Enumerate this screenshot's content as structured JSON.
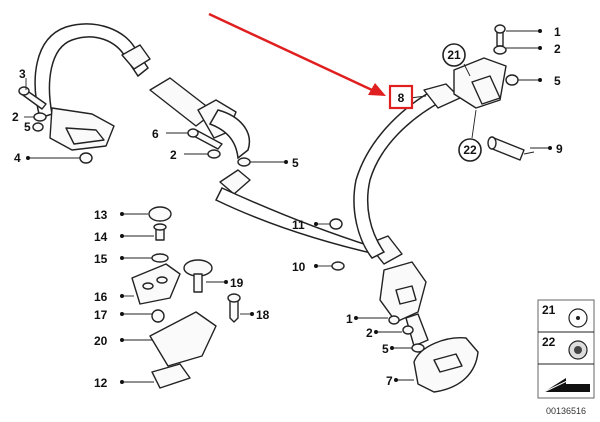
{
  "diagram": {
    "highlight_color": "#e02020",
    "callouts": [
      {
        "id": "c-1-top",
        "text": "1"
      },
      {
        "id": "c-2-top",
        "text": "2"
      },
      {
        "id": "c-5-top",
        "text": "5"
      },
      {
        "id": "c-9",
        "text": "9"
      },
      {
        "id": "c-3-left",
        "text": "3"
      },
      {
        "id": "c-2-left",
        "text": "2"
      },
      {
        "id": "c-5-left",
        "text": "5"
      },
      {
        "id": "c-4",
        "text": "4"
      },
      {
        "id": "c-6",
        "text": "6"
      },
      {
        "id": "c-2-mid",
        "text": "2"
      },
      {
        "id": "c-5-mid",
        "text": "5"
      },
      {
        "id": "c-11",
        "text": "11"
      },
      {
        "id": "c-10",
        "text": "10"
      },
      {
        "id": "c-13",
        "text": "13"
      },
      {
        "id": "c-14",
        "text": "14"
      },
      {
        "id": "c-15",
        "text": "15"
      },
      {
        "id": "c-16",
        "text": "16"
      },
      {
        "id": "c-17",
        "text": "17"
      },
      {
        "id": "c-20",
        "text": "20"
      },
      {
        "id": "c-12",
        "text": "12"
      },
      {
        "id": "c-19",
        "text": "19"
      },
      {
        "id": "c-18",
        "text": "18"
      },
      {
        "id": "c-1-bot",
        "text": "1"
      },
      {
        "id": "c-2-bot",
        "text": "2"
      },
      {
        "id": "c-5-bot",
        "text": "5"
      },
      {
        "id": "c-7",
        "text": "7"
      }
    ],
    "circled": {
      "c21": "21",
      "c22": "22"
    },
    "highlighted_part": "8",
    "legend": {
      "item_a": "21",
      "item_b": "22"
    },
    "diagram_id": "00136516"
  }
}
